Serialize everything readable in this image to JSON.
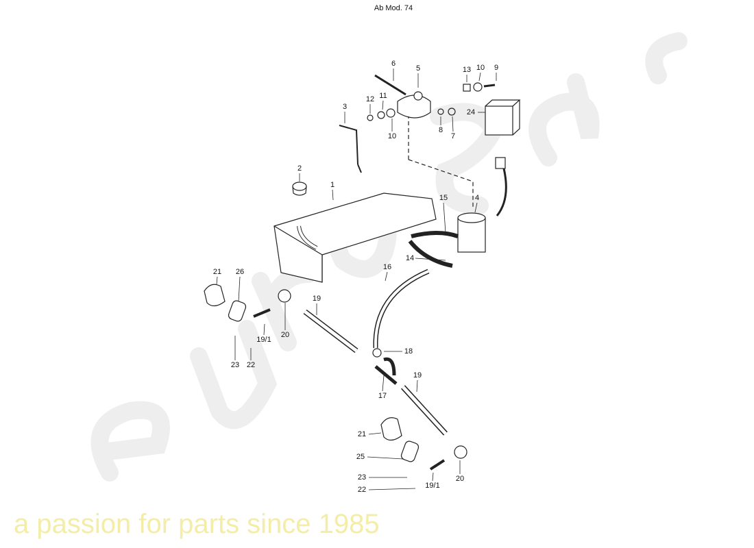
{
  "header": {
    "title": "Ab Mod. 74"
  },
  "watermark": {
    "brand": "eurospares",
    "tagline": "a passion for parts since 1985"
  },
  "labels": [
    {
      "id": "6",
      "text": "6"
    },
    {
      "id": "5",
      "text": "5"
    },
    {
      "id": "13",
      "text": "13"
    },
    {
      "id": "10a",
      "text": "10"
    },
    {
      "id": "9",
      "text": "9"
    },
    {
      "id": "3",
      "text": "3"
    },
    {
      "id": "12",
      "text": "12"
    },
    {
      "id": "11",
      "text": "11"
    },
    {
      "id": "10b",
      "text": "10"
    },
    {
      "id": "8",
      "text": "8"
    },
    {
      "id": "7",
      "text": "7"
    },
    {
      "id": "24",
      "text": "24"
    },
    {
      "id": "2",
      "text": "2"
    },
    {
      "id": "1",
      "text": "1"
    },
    {
      "id": "15",
      "text": "15"
    },
    {
      "id": "4",
      "text": "4"
    },
    {
      "id": "14",
      "text": "14"
    },
    {
      "id": "16",
      "text": "16"
    },
    {
      "id": "21a",
      "text": "21"
    },
    {
      "id": "26",
      "text": "26"
    },
    {
      "id": "19a",
      "text": "19"
    },
    {
      "id": "20a",
      "text": "20"
    },
    {
      "id": "19_1a",
      "text": "19/1"
    },
    {
      "id": "23a",
      "text": "23"
    },
    {
      "id": "22a",
      "text": "22"
    },
    {
      "id": "18",
      "text": "18"
    },
    {
      "id": "17",
      "text": "17"
    },
    {
      "id": "19b",
      "text": "19"
    },
    {
      "id": "21b",
      "text": "21"
    },
    {
      "id": "25",
      "text": "25"
    },
    {
      "id": "23b",
      "text": "23"
    },
    {
      "id": "22b",
      "text": "22"
    },
    {
      "id": "20b",
      "text": "20"
    },
    {
      "id": "19_1b",
      "text": "19/1"
    }
  ]
}
